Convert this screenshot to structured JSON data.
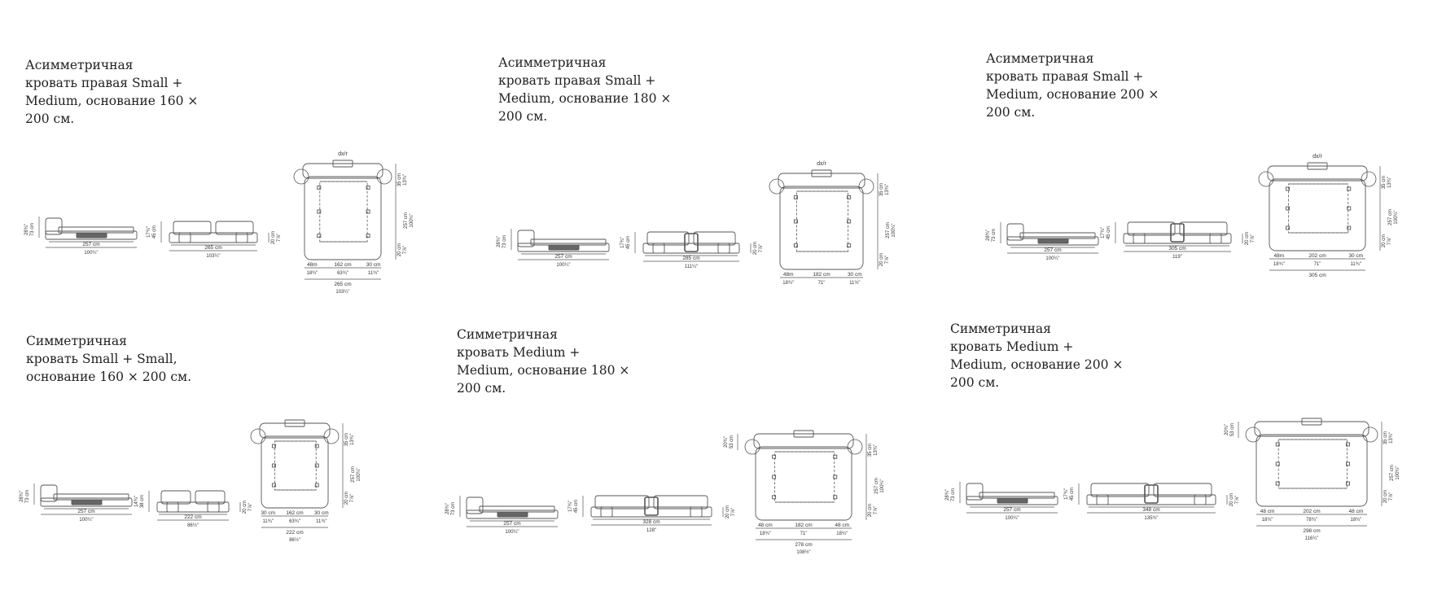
{
  "blocks": [
    {
      "title_lines": [
        "Асимметричная",
        "кровать правая Small +",
        "Medium, основание 160 ×",
        "200 см."
      ],
      "side": {
        "h_cm": "73 cm",
        "h_in": "28¾\"",
        "w_cm": "257 cm",
        "w_in": "100¼\""
      },
      "front": {
        "h_cm": "45 cm",
        "h_in": "17¾\"",
        "w_cm": "265 cm",
        "w_in": "103¼\"",
        "leg_cm": "20 cm",
        "leg_in": "7⅞\""
      },
      "plan": {
        "tag": "dx/r",
        "top_cm": "35 cm",
        "top_in": "13¾\"",
        "depth_cm": "257 cm",
        "depth_in": "100¼\"",
        "bot_cm": "20 cm",
        "bot_in": "7⅞\"",
        "left_cm": "48m",
        "left_in": "18¾\"",
        "mid_cm": "162 cm",
        "mid_in": "63¾\"",
        "right_cm": "30 cm",
        "right_in": "11¾\"",
        "total_cm": "265 cm",
        "total_in": "103¼\""
      }
    },
    {
      "title_lines": [
        "Асимметричная",
        "кровать правая Small +",
        "Medium, основание 180 ×",
        "200 см."
      ],
      "side": {
        "h_cm": "73 cm",
        "h_in": "28¾\"",
        "w_cm": "257 cm",
        "w_in": "100¼\""
      },
      "front": {
        "h_cm": "45 cm",
        "h_in": "17¾\"",
        "w_cm": "285 cm",
        "w_in": "111¼\"",
        "leg_cm": "20 cm",
        "leg_in": "7⅞\""
      },
      "plan": {
        "tag": "dx/r",
        "top_cm": "35 cm",
        "top_in": "13¾\"",
        "depth_cm": "257 cm",
        "depth_in": "100¼\"",
        "bot_cm": "20 cm",
        "bot_in": "7⅞\"",
        "left_cm": "48m",
        "left_in": "18¾\"",
        "mid_cm": "182 cm",
        "mid_in": "71\"",
        "right_cm": "30 cm",
        "right_in": "11¾\"",
        "total_cm": "",
        "total_in": ""
      }
    },
    {
      "title_lines": [
        "Асимметричная",
        "кровать правая Small +",
        "Medium, основание 200 ×",
        "200 см."
      ],
      "side": {
        "h_cm": "73 cm",
        "h_in": "28¾\"",
        "w_cm": "257 cm",
        "w_in": "100¼\""
      },
      "front": {
        "h_cm": "45 cm",
        "h_in": "17¾\"",
        "w_cm": "305 cm",
        "w_in": "119\"",
        "leg_cm": "20 cm",
        "leg_in": "7⅞\""
      },
      "plan": {
        "tag": "dx/r",
        "top_cm": "35 cm",
        "top_in": "13¾\"",
        "depth_cm": "257 cm",
        "depth_in": "100¼\"",
        "bot_cm": "20 cm",
        "bot_in": "7⅞\"",
        "left_cm": "48m",
        "left_in": "18¾\"",
        "mid_cm": "202 cm",
        "mid_in": "71\"",
        "right_cm": "30 cm",
        "right_in": "11¾\"",
        "total_cm": "305 cm",
        "total_in": ""
      }
    },
    {
      "title_lines": [
        "Симметричная",
        "кровать Small + Small,",
        "основание 160 × 200 см."
      ],
      "side": {
        "h_cm": "73 cm",
        "h_in": "28¾\"",
        "w_cm": "257 cm",
        "w_in": "100¼\""
      },
      "front": {
        "h_cm": "38 cm",
        "h_in": "14¾\"",
        "w_cm": "222 cm",
        "w_in": "86½\"",
        "leg_cm": "20 cm",
        "leg_in": "7⅞\""
      },
      "plan": {
        "tag": "",
        "top_cm": "35 cm",
        "top_in": "13¾\"",
        "depth_cm": "257 cm",
        "depth_in": "100¼\"",
        "bot_cm": "20 cm",
        "bot_in": "7⅞\"",
        "left_cm": "30 cm",
        "left_in": "11¾\"",
        "mid_cm": "162 cm",
        "mid_in": "63¾\"",
        "right_cm": "30 cm",
        "right_in": "11¾\"",
        "total_cm": "222 cm",
        "total_in": "86½\""
      }
    },
    {
      "title_lines": [
        "Симметричная",
        "кровать Medium +",
        "Medium, основание 180 ×",
        "200 см."
      ],
      "side": {
        "h_cm": "73 cm",
        "h_in": "28¾\"",
        "w_cm": "257 cm",
        "w_in": "100¼\""
      },
      "front": {
        "h_cm": "45 cm",
        "h_in": "17¾\"",
        "w_cm": "328 cm",
        "w_in": "128\"",
        "leg_cm": "20 cm",
        "leg_in": "7⅞\""
      },
      "plan": {
        "tag": "",
        "top_cm": "35 cm",
        "top_in": "13¾\"",
        "head_cm": "53 cm",
        "head_in": "20¾\"",
        "depth_cm": "257 cm",
        "depth_in": "100¼\"",
        "bot_cm": "20 cm",
        "bot_in": "7⅞\"",
        "left_cm": "48 cm",
        "left_in": "18¾\"",
        "mid_cm": "182 cm",
        "mid_in": "71\"",
        "right_cm": "48 cm",
        "right_in": "18¾\"",
        "total_cm": "278 cm",
        "total_in": "108½\""
      }
    },
    {
      "title_lines": [
        "Симметричная",
        "кровать Medium +",
        "Medium, основание 200 ×",
        "200 см."
      ],
      "side": {
        "h_cm": "73 cm",
        "h_in": "28¾\"",
        "w_cm": "257 cm",
        "w_in": "100¼\""
      },
      "front": {
        "h_cm": "45 cm",
        "h_in": "17¾\"",
        "w_cm": "348 cm",
        "w_in": "135¾\"",
        "leg_cm": "20 cm",
        "leg_in": "7⅞\""
      },
      "plan": {
        "tag": "",
        "top_cm": "35 cm",
        "top_in": "13¾\"",
        "head_cm": "53 cm",
        "head_in": "20¾\"",
        "depth_cm": "257 cm",
        "depth_in": "100¼\"",
        "bot_cm": "20 cm",
        "bot_in": "7⅞\"",
        "left_cm": "48 cm",
        "left_in": "18¾\"",
        "mid_cm": "202 cm",
        "mid_in": "78¾\"",
        "right_cm": "48 cm",
        "right_in": "18¾\"",
        "total_cm": "298 cm",
        "total_in": "116¼\""
      }
    }
  ]
}
